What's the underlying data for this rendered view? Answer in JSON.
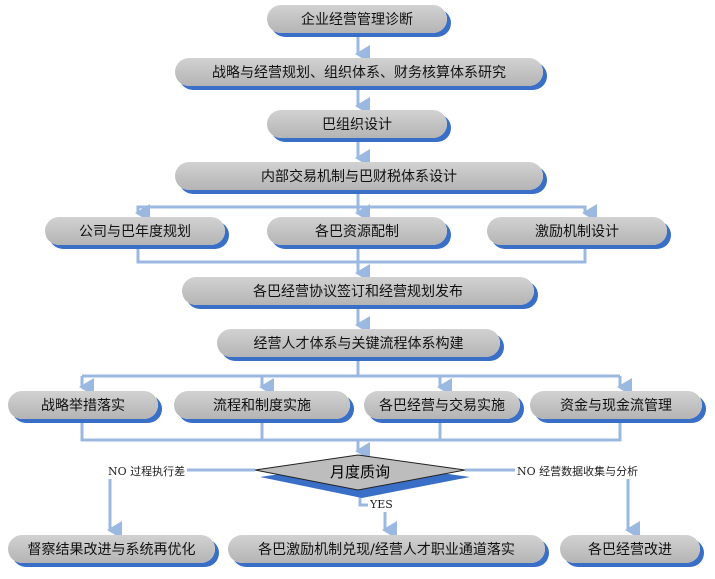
{
  "colors": {
    "connector": "#9bb8e0",
    "shadow": "#3a6fc8",
    "box": "#c0c0c0"
  },
  "nodes": {
    "diagnosis": "企业经营管理诊断",
    "strategy": "战略与经营规划、组织体系、财务核算体系研究",
    "org_design": "巴组织设计",
    "internal_trade": "内部交易机制与巴财税体系设计",
    "annual_plan": "公司与巴年度规划",
    "resource": "各巴资源配制",
    "incentive": "激励机制设计",
    "agreement": "各巴经营协议签订和经营规划发布",
    "talent": "经营人才体系与关键流程体系构建",
    "initiative": "战略举措落实",
    "process": "流程和制度实施",
    "operation": "各巴经营与交易实施",
    "cash": "资金与现金流管理",
    "monthly": "月度质询",
    "supervise": "督察结果改进与系统再优化",
    "reward": "各巴激励机制兑现/经营人才职业通道落实",
    "improve": "各巴经营改进"
  },
  "labels": {
    "no_left": "NO 过程执行差",
    "no_right": "NO 经营数据收集与分析",
    "yes": "YES"
  }
}
